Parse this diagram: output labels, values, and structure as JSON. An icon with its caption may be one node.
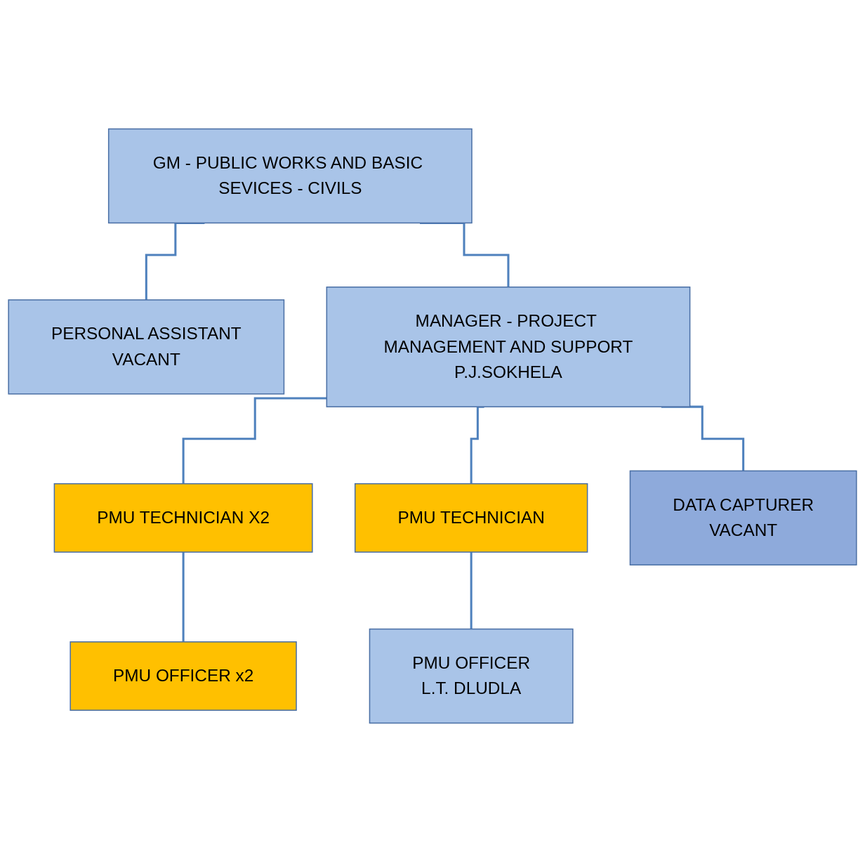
{
  "diagram": {
    "nodes": [
      {
        "text": [
          "GM - PUBLIC WORKS AND BASIC SEVICES - CIVILS"
        ]
      },
      {
        "text": [
          "PERSONAL ASSISTANT",
          "VACANT"
        ]
      },
      {
        "text": [
          "MANAGER - PROJECT MANAGEMENT AND SUPPORT",
          "P.J.SOKHELA"
        ]
      },
      {
        "text": [
          "PMU TECHNICIAN X2"
        ]
      },
      {
        "text": [
          "PMU TECHNICIAN"
        ]
      },
      {
        "text": [
          "DATA CAPTURER",
          "VACANT"
        ]
      },
      {
        "text": [
          "PMU OFFICER x2"
        ]
      },
      {
        "text": [
          "PMU OFFICER",
          "L.T. DLUDLA"
        ]
      }
    ],
    "edges": [
      {
        "from": 0,
        "to": 1,
        "arrow": "none"
      },
      {
        "from": 0,
        "to": 2,
        "arrow": "none"
      },
      {
        "from": 2,
        "to": 3,
        "arrow": "none"
      },
      {
        "from": 2,
        "to": 4,
        "arrow": "none"
      },
      {
        "from": 2,
        "to": 5,
        "arrow": "none"
      },
      {
        "from": 3,
        "to": 6,
        "arrow": "none"
      },
      {
        "from": 4,
        "to": 7,
        "arrow": "none"
      }
    ]
  }
}
